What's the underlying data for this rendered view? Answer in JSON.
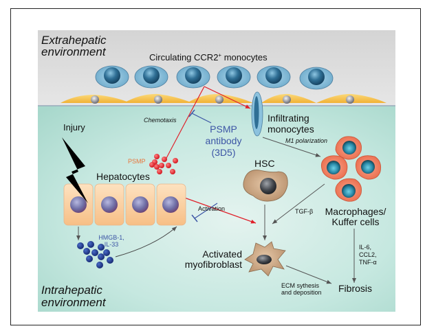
{
  "regions": {
    "extrahepatic": "Extrahepatic environment",
    "extrahepatic_lines": [
      "Extrahepatic",
      "environment"
    ],
    "intrahepatic_lines": [
      "Intrahepatic",
      "environment"
    ]
  },
  "nodes": {
    "circulating_monocytes": "Circulating CCR2",
    "circulating_monocytes_sup": "+",
    "circulating_monocytes_tail": " monocytes",
    "infiltrating_monocytes": [
      "Infiltrating",
      "monocytes"
    ],
    "injury": "Injury",
    "hepatocytes": "Hepatocytes",
    "psmp": "PSMP",
    "psmp_antibody": [
      "PSMP",
      "antibody",
      "(3D5)"
    ],
    "hsc": "HSC",
    "macrophages": [
      "Macrophages/",
      "Kuffer cells"
    ],
    "activated_myofibroblast": [
      "Activated",
      "myofibroblast"
    ],
    "hmgb_il33": [
      "HMGB-1,",
      "IL-33"
    ],
    "fibrosis": "Fibrosis"
  },
  "edges": {
    "chemotaxis": "Chemotaxis",
    "m1_polarization": "M1 polarization",
    "activation": "Activation",
    "tgf_beta": "TGF-β",
    "cytokines": [
      "IL-6,",
      "CCL2,",
      "TNF-α"
    ],
    "ecm": [
      "ECM sythesis",
      "and deposition"
    ]
  },
  "colors": {
    "extrahepatic_bg": "#dcdcdc",
    "intrahepatic_bg": "#bfe3db",
    "psmp_red": "#e0202a",
    "psmp_label": "#e8743a",
    "antibody_blue": "#3c55a5",
    "hmgb_blue": "#1d3a8f",
    "arrow_gray": "#555555",
    "macrophage": "#f07c5c",
    "hsc": "#c8a080",
    "hepatocyte": "#f9cf9f",
    "endothelial": "#f6c24a",
    "monocyte": "#7db8d6"
  }
}
